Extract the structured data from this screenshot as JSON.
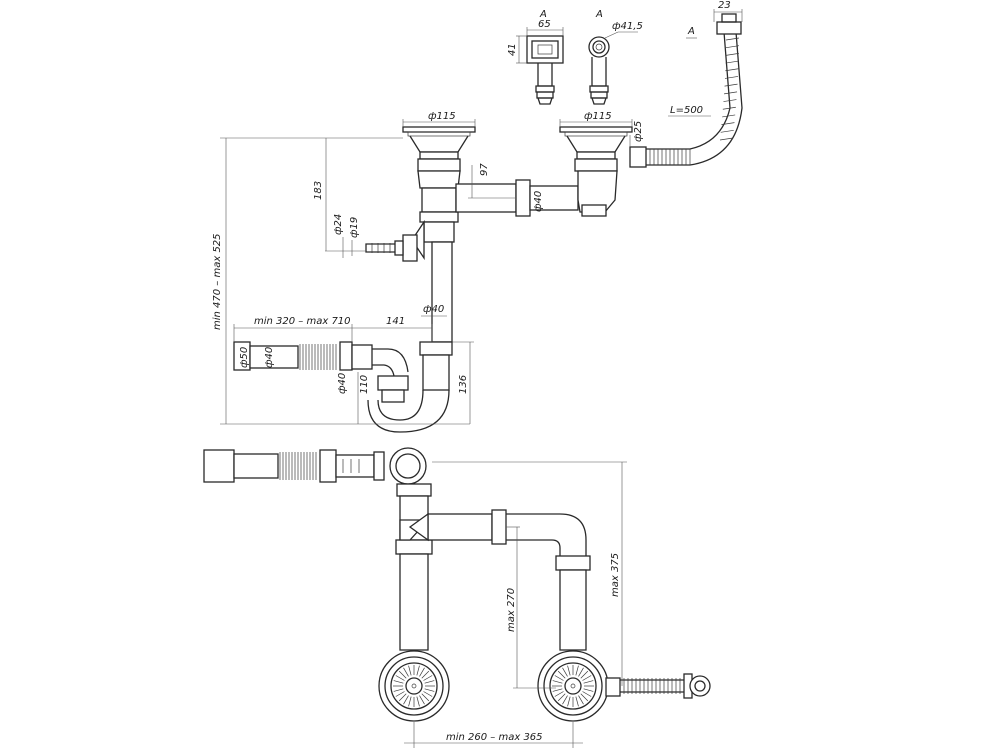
{
  "labels": {
    "section_a1": "A",
    "section_a2": "A",
    "section_a3": "A",
    "dim_65": "65",
    "dim_41": "41",
    "dim_d415": "ф41,5",
    "dim_23": "23",
    "dim_l500": "L=500",
    "dim_d115_left": "ф115",
    "dim_d115_right": "ф115",
    "dim_d25": "ф25",
    "dim_97": "97",
    "dim_d40_top": "ф40",
    "dim_183": "183",
    "dim_d24": "ф24",
    "dim_d19": "ф19",
    "dim_min470": "min 470 – max 525",
    "dim_min320": "min 320 – max 710",
    "dim_141": "141",
    "dim_d40_vert": "ф40",
    "dim_d50": "ф50",
    "dim_d40_outlet": "ф40",
    "dim_d40_low": "ф40",
    "dim_110": "110",
    "dim_136": "136",
    "dim_max270": "max 270",
    "dim_max375": "max 375",
    "dim_min260": "min 260 – max 365"
  }
}
